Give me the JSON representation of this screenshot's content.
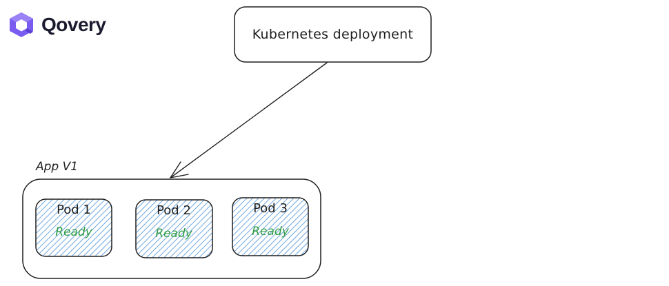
{
  "brand": {
    "name": "Qovery",
    "logo_color": "#7b5cf0",
    "logo_dark": "#5a3fd1"
  },
  "deployment": {
    "label": "Kubernetes deployment"
  },
  "app": {
    "label": "App V1",
    "pods": [
      {
        "name": "Pod 1",
        "status": "Ready"
      },
      {
        "name": "Pod 2",
        "status": "Ready"
      },
      {
        "name": "Pod 3",
        "status": "Ready"
      }
    ]
  },
  "colors": {
    "stroke": "#1e1e1e",
    "hatch": "#4a90d9",
    "ready": "#2f9e44"
  }
}
